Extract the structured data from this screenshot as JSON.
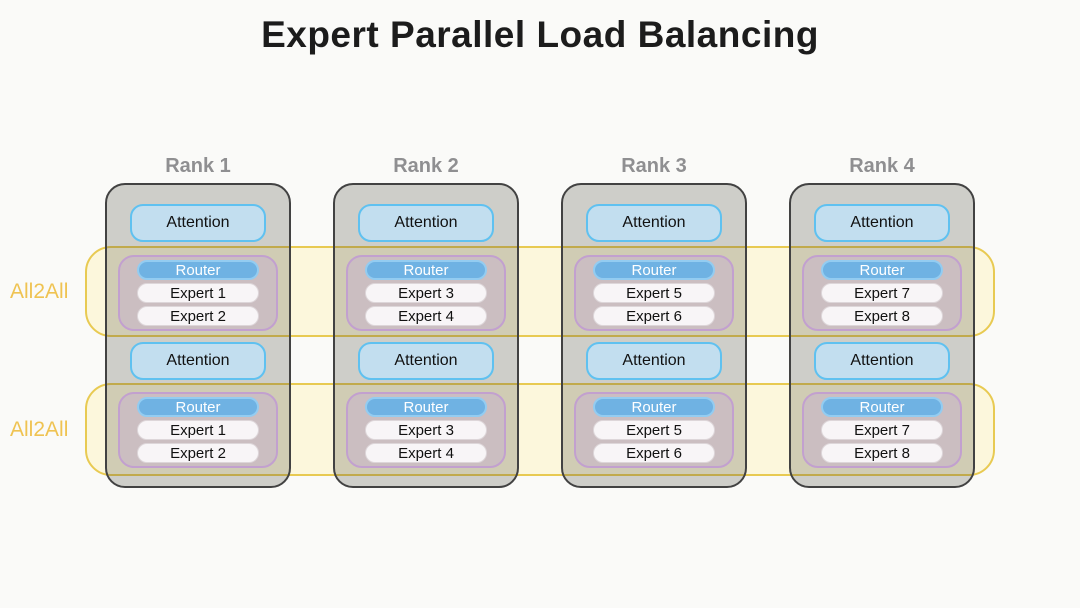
{
  "title": "Expert Parallel Load Balancing",
  "bands": [
    {
      "label": "All2All"
    },
    {
      "label": "All2All"
    }
  ],
  "ranks": [
    {
      "label": "Rank 1",
      "blocks": [
        {
          "type": "attention",
          "label": "Attention"
        },
        {
          "type": "moe",
          "router": "Router",
          "experts": [
            "Expert 1",
            "Expert 2"
          ]
        },
        {
          "type": "attention",
          "label": "Attention"
        },
        {
          "type": "moe",
          "router": "Router",
          "experts": [
            "Expert 1",
            "Expert 2"
          ]
        }
      ]
    },
    {
      "label": "Rank 2",
      "blocks": [
        {
          "type": "attention",
          "label": "Attention"
        },
        {
          "type": "moe",
          "router": "Router",
          "experts": [
            "Expert 3",
            "Expert 4"
          ]
        },
        {
          "type": "attention",
          "label": "Attention"
        },
        {
          "type": "moe",
          "router": "Router",
          "experts": [
            "Expert 3",
            "Expert 4"
          ]
        }
      ]
    },
    {
      "label": "Rank 3",
      "blocks": [
        {
          "type": "attention",
          "label": "Attention"
        },
        {
          "type": "moe",
          "router": "Router",
          "experts": [
            "Expert 5",
            "Expert 6"
          ]
        },
        {
          "type": "attention",
          "label": "Attention"
        },
        {
          "type": "moe",
          "router": "Router",
          "experts": [
            "Expert 5",
            "Expert 6"
          ]
        }
      ]
    },
    {
      "label": "Rank 4",
      "blocks": [
        {
          "type": "attention",
          "label": "Attention"
        },
        {
          "type": "moe",
          "router": "Router",
          "experts": [
            "Expert 7",
            "Expert 8"
          ]
        },
        {
          "type": "attention",
          "label": "Attention"
        },
        {
          "type": "moe",
          "router": "Router",
          "experts": [
            "Expert 7",
            "Expert 8"
          ]
        }
      ]
    }
  ],
  "colors": {
    "band-fill": "#fcf7dc",
    "band-border": "#e8ca52",
    "all2all-text": "#efc352",
    "attention-fill": "#c2deef",
    "attention-border": "#5fc1f0",
    "moe-fill": "#cbbec1",
    "moe-border": "#c2a0cf",
    "router-fill": "#6fb2e3",
    "router-border": "#93ccf1"
  }
}
